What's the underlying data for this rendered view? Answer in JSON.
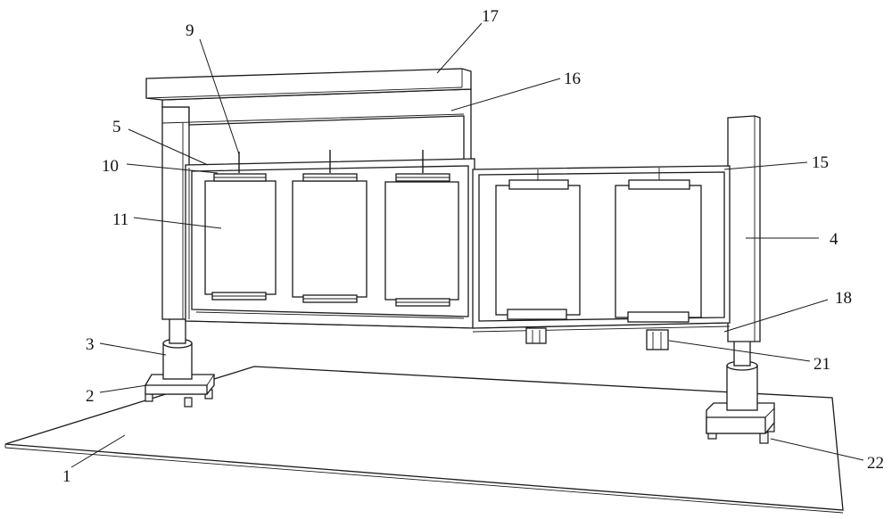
{
  "labels": [
    {
      "id": "part-1",
      "text": "1"
    },
    {
      "id": "part-2",
      "text": "2"
    },
    {
      "id": "part-3",
      "text": "3"
    },
    {
      "id": "part-4",
      "text": "4"
    },
    {
      "id": "part-5",
      "text": "5"
    },
    {
      "id": "part-9",
      "text": "9"
    },
    {
      "id": "part-10",
      "text": "10"
    },
    {
      "id": "part-11",
      "text": "11"
    },
    {
      "id": "part-15",
      "text": "15"
    },
    {
      "id": "part-16",
      "text": "16"
    },
    {
      "id": "part-17",
      "text": "17"
    },
    {
      "id": "part-18",
      "text": "18"
    },
    {
      "id": "part-21",
      "text": "21"
    },
    {
      "id": "part-22",
      "text": "22"
    }
  ]
}
